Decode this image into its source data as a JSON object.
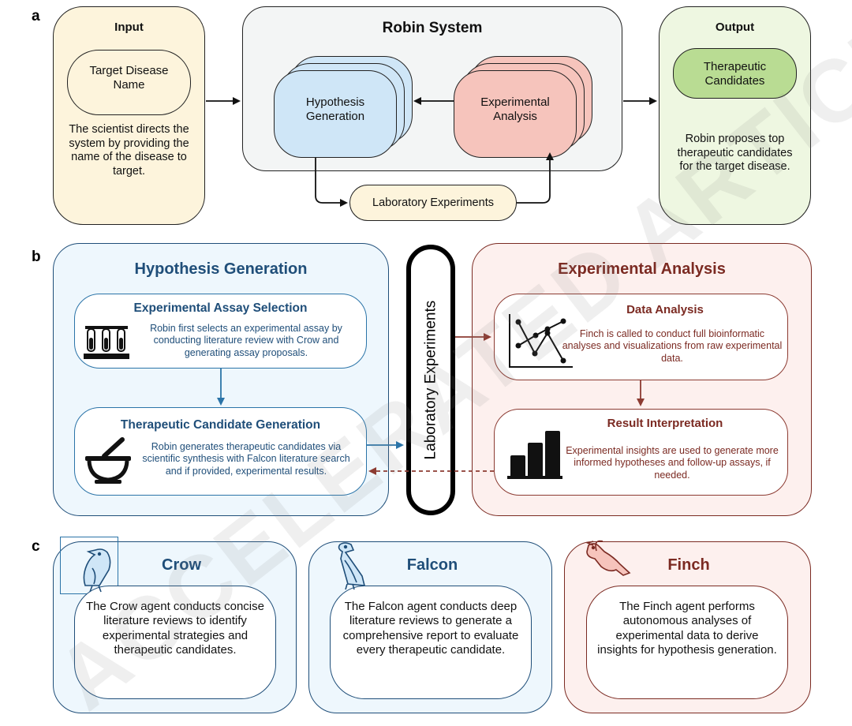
{
  "panel_labels": [
    "a",
    "b",
    "c"
  ],
  "panel_a": {
    "input_title": "Input",
    "target_disease": "Target Disease Name",
    "input_desc": "The scientist directs the system by providing the name of the disease to target.",
    "system_title": "Robin System",
    "hypothesis": "Hypothesis Generation",
    "experimental": "Experimental Analysis",
    "lab": "Laboratory Experiments",
    "output_title": "Output",
    "candidates": "Therapeutic Candidates",
    "output_desc": "Robin proposes top therapeutic candidates for the target disease."
  },
  "panel_b": {
    "hyp_title": "Hypothesis Generation",
    "assay_title": "Experimental Assay Selection",
    "assay_desc": "Robin first selects an experimental assay by conducting literature review with Crow and generating assay proposals.",
    "cand_title": "Therapeutic Candidate Generation",
    "cand_desc": "Robin generates therapeutic candidates via scientific synthesis with Falcon literature search and if provided, experimental results.",
    "lab": "Laboratory Experiments",
    "exp_title": "Experimental Analysis",
    "data_title": "Data Analysis",
    "data_desc": "Finch is called to conduct full bioinformatic analyses and visualizations from raw experimental data.",
    "result_title": "Result Interpretation",
    "result_desc": "Experimental insights are used to generate more informed hypotheses and follow-up assays, if needed."
  },
  "panel_c": {
    "crow_title": "Crow",
    "crow_desc": "The Crow agent conducts concise literature reviews to identify experimental strategies and therapeutic candidates.",
    "falcon_title": "Falcon",
    "falcon_desc": "The Falcon agent conducts deep literature reviews to generate a comprehensive report to evaluate every therapeutic candidate.",
    "finch_title": "Finch",
    "finch_desc": "The Finch agent performs autonomous analyses of experimental data to derive insights for hypothesis generation."
  },
  "watermark": "ACCELERATED ARTICLE PREVIEW",
  "colors": {
    "blue_dark": "#1f4e79",
    "blue_fill": "#cfe6f7",
    "blue_light": "#eef7fd",
    "red_dark": "#7b2a22",
    "red_fill": "#f6c4bc",
    "red_light": "#fdf0ee",
    "yellow": "#fdf4dc",
    "green": "#eef7e1",
    "green_mid": "#b9dc93",
    "gray": "#f3f5f5"
  }
}
